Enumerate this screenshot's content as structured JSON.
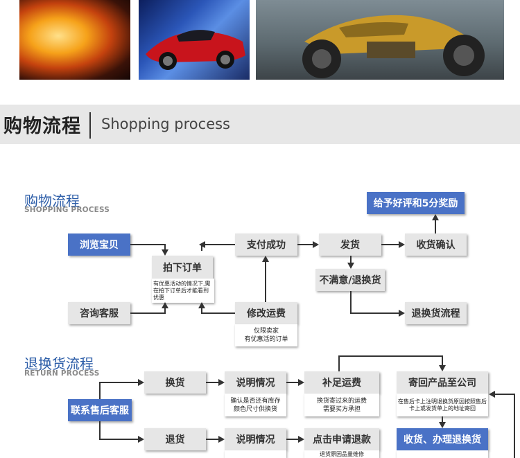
{
  "photos": {
    "sparks": "sparks",
    "car": "red sports car",
    "motorcycle": "concept motorcycle"
  },
  "banner": {
    "title": "购物流程",
    "subtitle": "Shopping process"
  },
  "shopping": {
    "title": "购物流程",
    "subtitle": "SHOPPING PROCESS",
    "browse": "浏览宝贝",
    "consult": "咨询客服",
    "place_order": "拍下订单",
    "place_order_note": "有优惠活动的情况下,需在拍下订单后才能看到优惠",
    "pay_success": "支付成功",
    "modify_shipping": "修改运费",
    "modify_shipping_note_1": "仅限卖家",
    "modify_shipping_note_2": "有优惠活的订单",
    "ship": "发货",
    "receive_confirm": "收货确认",
    "good_review": "给予好评和5分奖励",
    "unsatisfied": "不满意/退换货",
    "return_flow": "退换货流程"
  },
  "returns": {
    "title": "退换货流程",
    "subtitle": "RETURN PROCESS",
    "contact_service": "联系售后客服",
    "exchange": "换货",
    "refund": "退货",
    "explain_1": "说明情况",
    "explain_1_note_1": "确认是否还有库存",
    "explain_1_note_2": "颜色尺寸供换货",
    "explain_2": "说明情况",
    "pay_shipping": "补足运费",
    "pay_shipping_note_1": "换货寄过来的运费",
    "pay_shipping_note_2": "需要买方承担",
    "apply_refund": "点击申请退款",
    "apply_refund_note": "退货原因品量维修",
    "send_back": "寄回产品至公司",
    "send_back_note": "在售后卡上注明退换货原因按照售后卡上或发货单上的地址寄回",
    "receive_refund": "收货、办理退换货"
  },
  "colors": {
    "accent_blue": "#4a72c6",
    "title_blue": "#2c5da8",
    "box_gray": "#e6e6e6",
    "banner_gray": "#e7e7e7"
  }
}
